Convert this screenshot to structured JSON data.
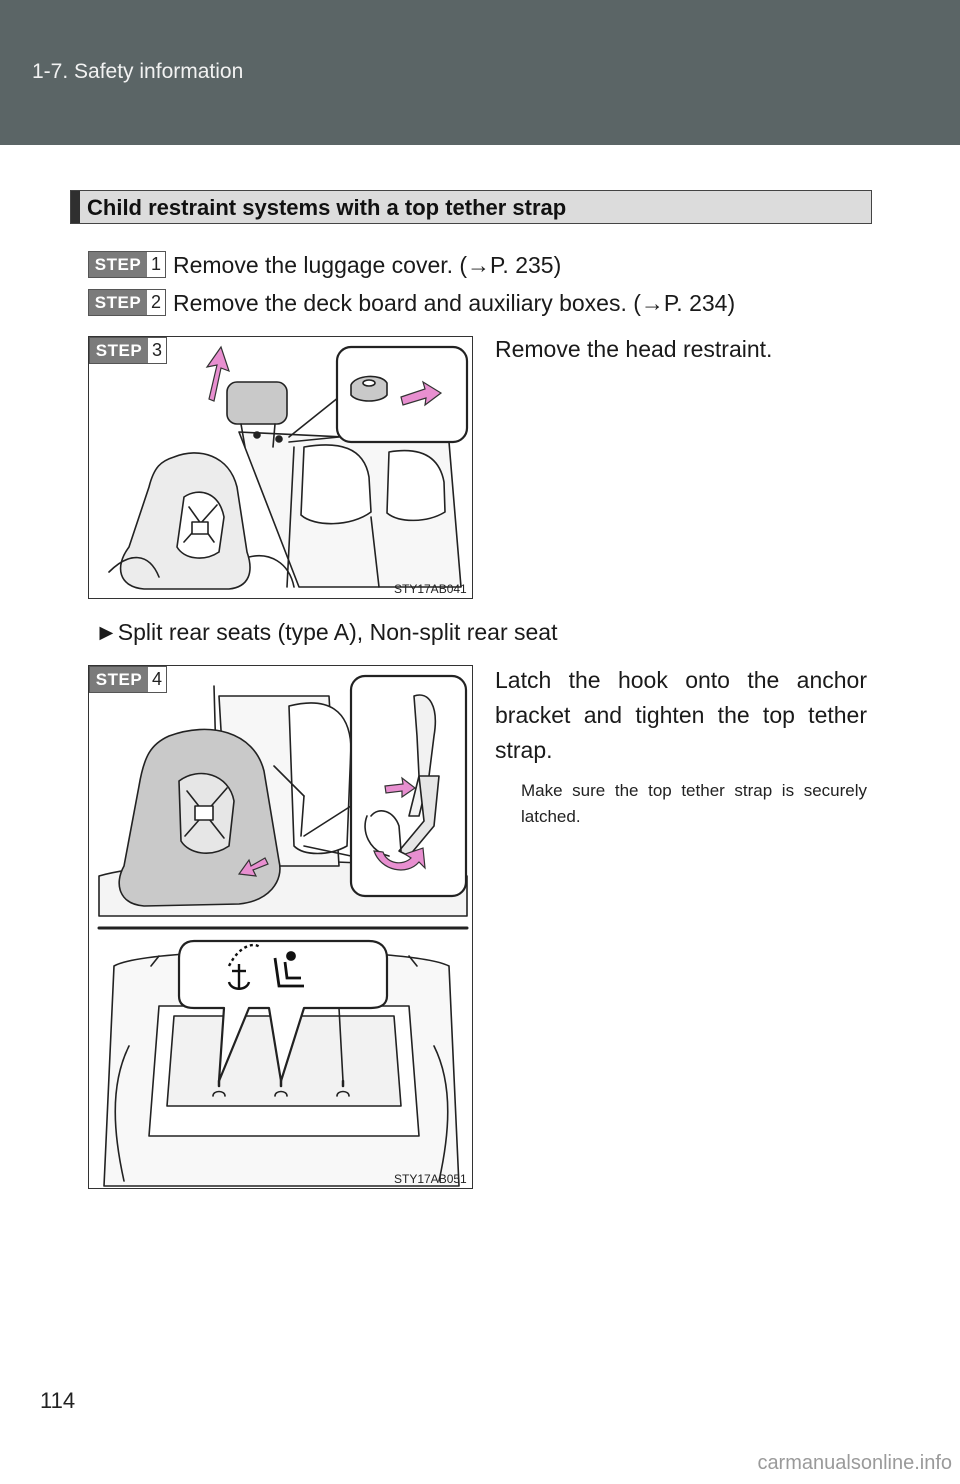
{
  "header": {
    "title": "1-7. Safety information"
  },
  "section": {
    "title": "Child restraint systems with a top tether strap"
  },
  "steps": [
    {
      "label": "STEP",
      "number": "1",
      "text": "Remove the luggage cover. (→P. 235)"
    },
    {
      "label": "STEP",
      "number": "2",
      "text": "Remove the deck board and auxiliary boxes. (→P. 234)"
    },
    {
      "label": "STEP",
      "number": "3",
      "text": "Remove the head restraint."
    },
    {
      "label": "STEP",
      "number": "4",
      "text": "Latch the hook onto the anchor bracket and tighten the top tether strap.",
      "note": "Make sure the top tether strap is securely latched."
    }
  ],
  "subheading": "►Split rear seats (type A), Non-split rear seat",
  "figures": [
    {
      "code": "STY17AB041"
    },
    {
      "code": "STY17AB051"
    }
  ],
  "colors": {
    "header_bg": "#5b6566",
    "arrow": "#e88fd0",
    "seat_gray": "#c9c9c9"
  },
  "page_number": "114",
  "watermark": "carmanualsonline.info"
}
